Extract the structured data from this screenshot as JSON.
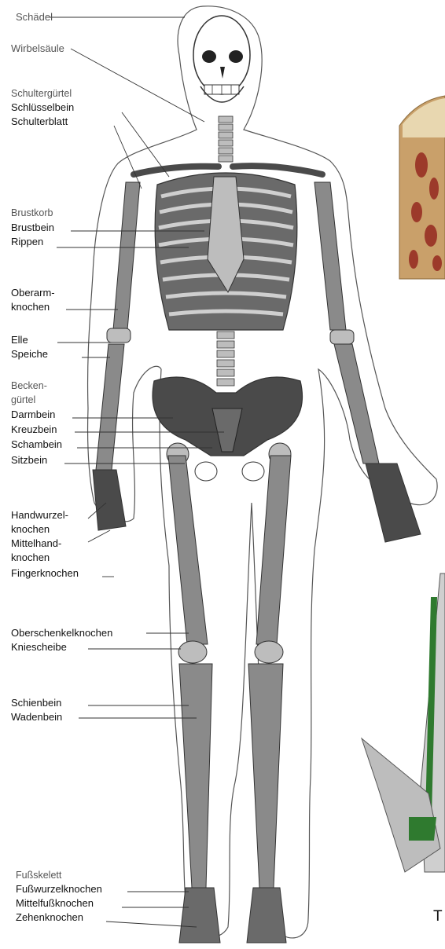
{
  "diagram": {
    "labels": {
      "schaedel": "Schädel",
      "wirbelsaeule": "Wirbelsäule",
      "schultergurtel": "Schultergürtel",
      "schluesselbein": "Schlüsselbein",
      "schulterblatt": "Schulterblatt",
      "brustkorb": "Brustkorb",
      "brustbein": "Brustbein",
      "rippen": "Rippen",
      "oberarm_1": "Oberarm-",
      "oberarm_2": "knochen",
      "elle": "Elle",
      "speiche": "Speiche",
      "becken_1": "Becken-",
      "becken_2": "gürtel",
      "darmbein": "Darmbein",
      "kreuzbein": "Kreuzbein",
      "schambein": "Schambein",
      "sitzbein": "Sitzbein",
      "handwurzel_1": "Handwurzel-",
      "handwurzel_2": "knochen",
      "mittelhand_1": "Mittelhand-",
      "mittelhand_2": "knochen",
      "fingerknochen": "Fingerknochen",
      "oberschenkel": "Oberschenkelknochen",
      "kniescheibe": "Kniescheibe",
      "schienbein": "Schienbein",
      "wadenbein": "Wadenbein",
      "fussskelett": "Fußskelett",
      "fusswurzel": "Fußwurzelknochen",
      "mittelfuss": "Mittelfußknochen",
      "zehen": "Zehenknochen"
    },
    "stray_text": "T"
  },
  "colors": {
    "bone_dark": "#4a4a4a",
    "bone_mid": "#8a8a8a",
    "bone_light": "#bdbdbd",
    "leader": "#333333",
    "bone_tissue": "#c9a06a",
    "marrow": "#9c3a2a",
    "muscle_green": "#2f7a2f"
  }
}
